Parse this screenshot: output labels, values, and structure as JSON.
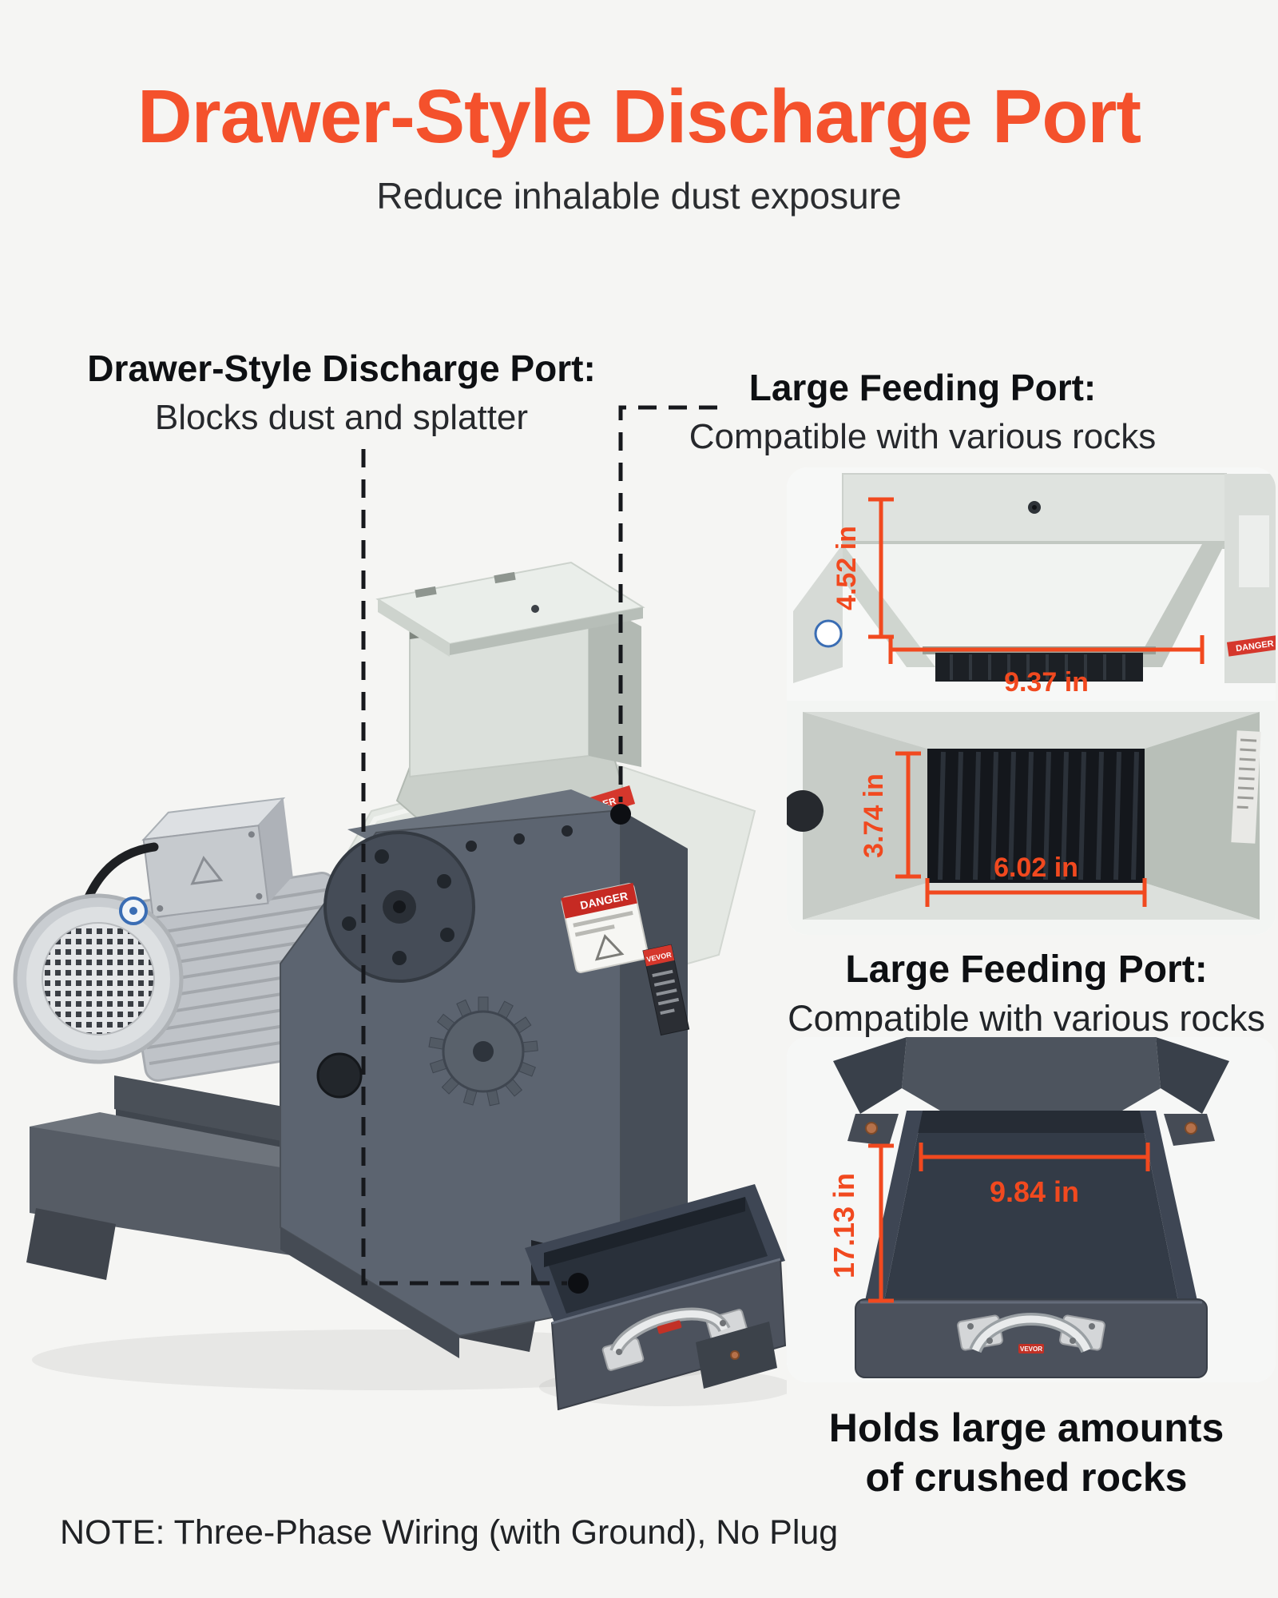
{
  "page": {
    "background": "#f5f5f3",
    "accent_orange": "#f4512c",
    "dimension_orange": "#f1491f"
  },
  "header": {
    "title": "Drawer-Style Discharge Port",
    "subtitle": "Reduce inhalable dust exposure"
  },
  "callouts": {
    "discharge": {
      "title": "Drawer-Style Discharge Port:",
      "desc": "Blocks dust and splatter"
    },
    "feeding": {
      "title": "Large Feeding Port:",
      "desc": "Compatible with various rocks"
    }
  },
  "insets": {
    "feeding_port": {
      "caption_title": "Large Feeding Port:",
      "caption_desc": "Compatible with various rocks",
      "dims": {
        "opening_height": "4.52 in",
        "opening_width": "9.37 in",
        "inner_height": "3.74 in",
        "inner_width": "6.02 in"
      }
    },
    "drawer": {
      "caption_line1": "Holds large amounts",
      "caption_line2": "of crushed rocks",
      "dims": {
        "width": "9.84 in",
        "depth": "17.13 in"
      }
    }
  },
  "machine": {
    "danger_label": "DANGER",
    "hopper_danger_label": "DANGER",
    "brand_label": "VEVOR"
  },
  "note": {
    "text": "NOTE: Three-Phase Wiring (with Ground), No Plug"
  }
}
